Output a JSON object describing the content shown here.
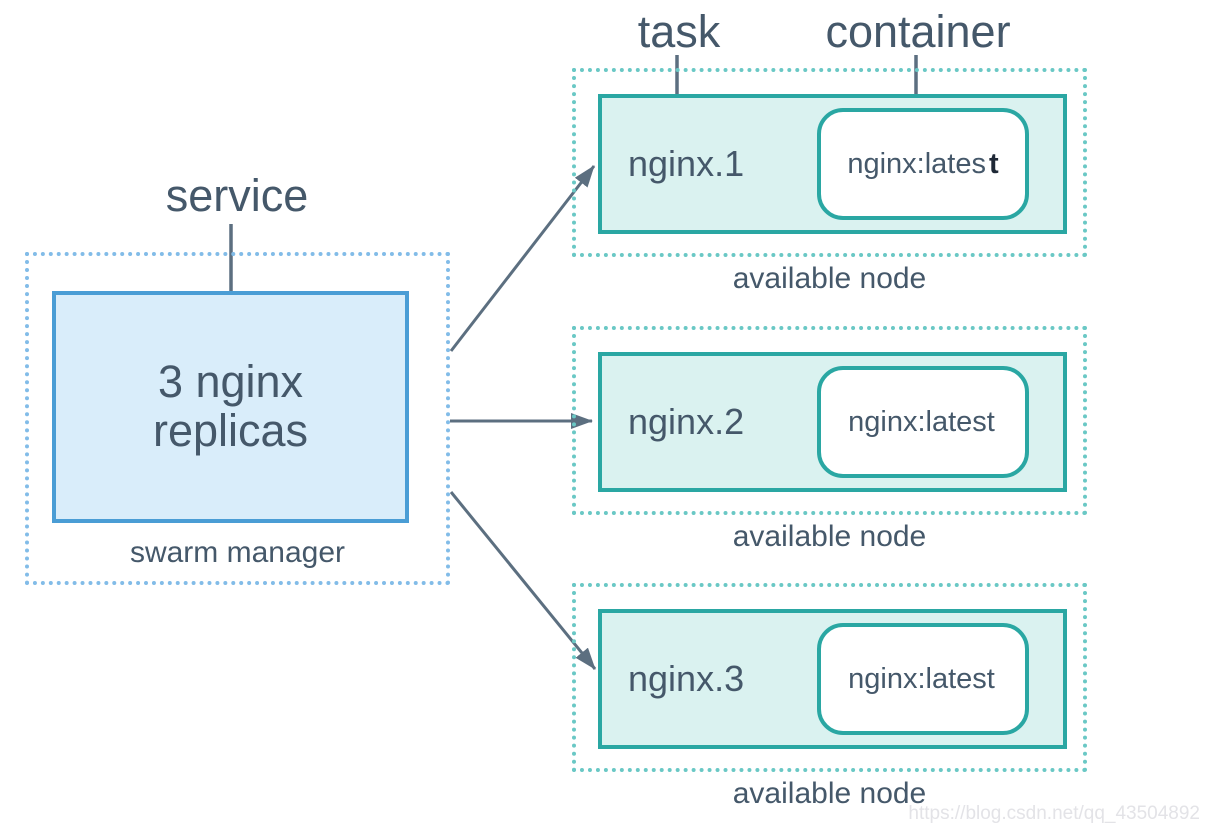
{
  "diagram": {
    "pointer_labels": {
      "task": "task",
      "container": "container",
      "service": "service"
    },
    "manager": {
      "service_box": {
        "line1": "3 nginx",
        "line2": "replicas"
      },
      "caption": "swarm manager"
    },
    "nodes": [
      {
        "task_name": "nginx.1",
        "container_image": "nginx:lates",
        "container_image_suffix": "t",
        "caption": "available node"
      },
      {
        "task_name": "nginx.2",
        "container_image": "nginx:latest",
        "container_image_suffix": "",
        "caption": "available node"
      },
      {
        "task_name": "nginx.3",
        "container_image": "nginx:latest",
        "container_image_suffix": "",
        "caption": "available node"
      }
    ],
    "watermark": "https://blog.csdn.net/qq_43504892"
  },
  "colors": {
    "teal_border": "#2AA7A3",
    "teal_dotted": "#6AC8C5",
    "teal_fill": "#DAF2F0",
    "blue_border": "#4A9DD5",
    "blue_dotted": "#82BCE8",
    "blue_fill": "#D9EDFA",
    "text": "#45586A",
    "line": "#5C6F80",
    "container_fill": "#FFFFFF",
    "watermark": "#E3E3E7",
    "background": "#FFFFFF"
  }
}
